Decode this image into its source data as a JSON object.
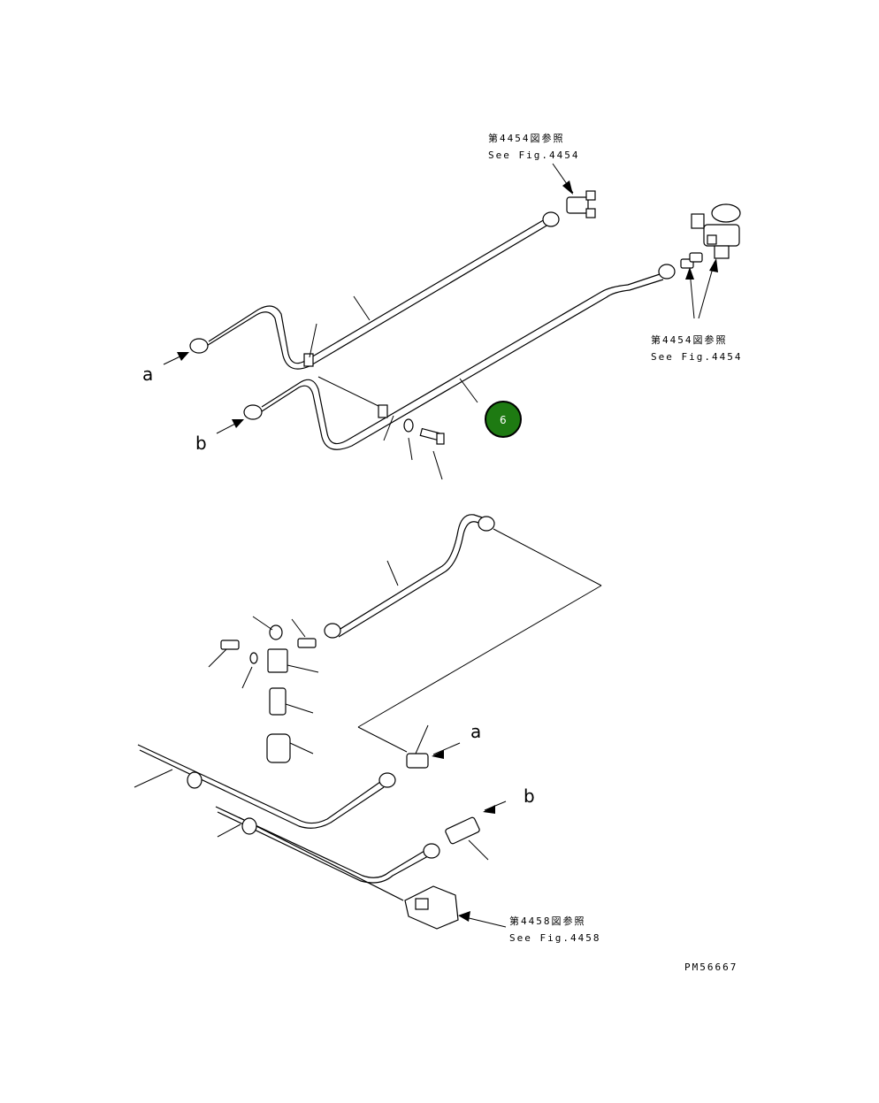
{
  "references": {
    "top_jp": "第4454図参照",
    "top_en": "See Fig.4454",
    "right_jp": "第4454図参照",
    "right_en": "See Fig.4454",
    "bottom_jp": "第4458図参照",
    "bottom_en": "See Fig.4458"
  },
  "connection_labels": {
    "a_upper": "a",
    "b_upper": "b",
    "a_lower": "a",
    "b_lower": "b"
  },
  "callout": {
    "number": "6",
    "color": "#1e7a12"
  },
  "drawing_number": "PM56667"
}
